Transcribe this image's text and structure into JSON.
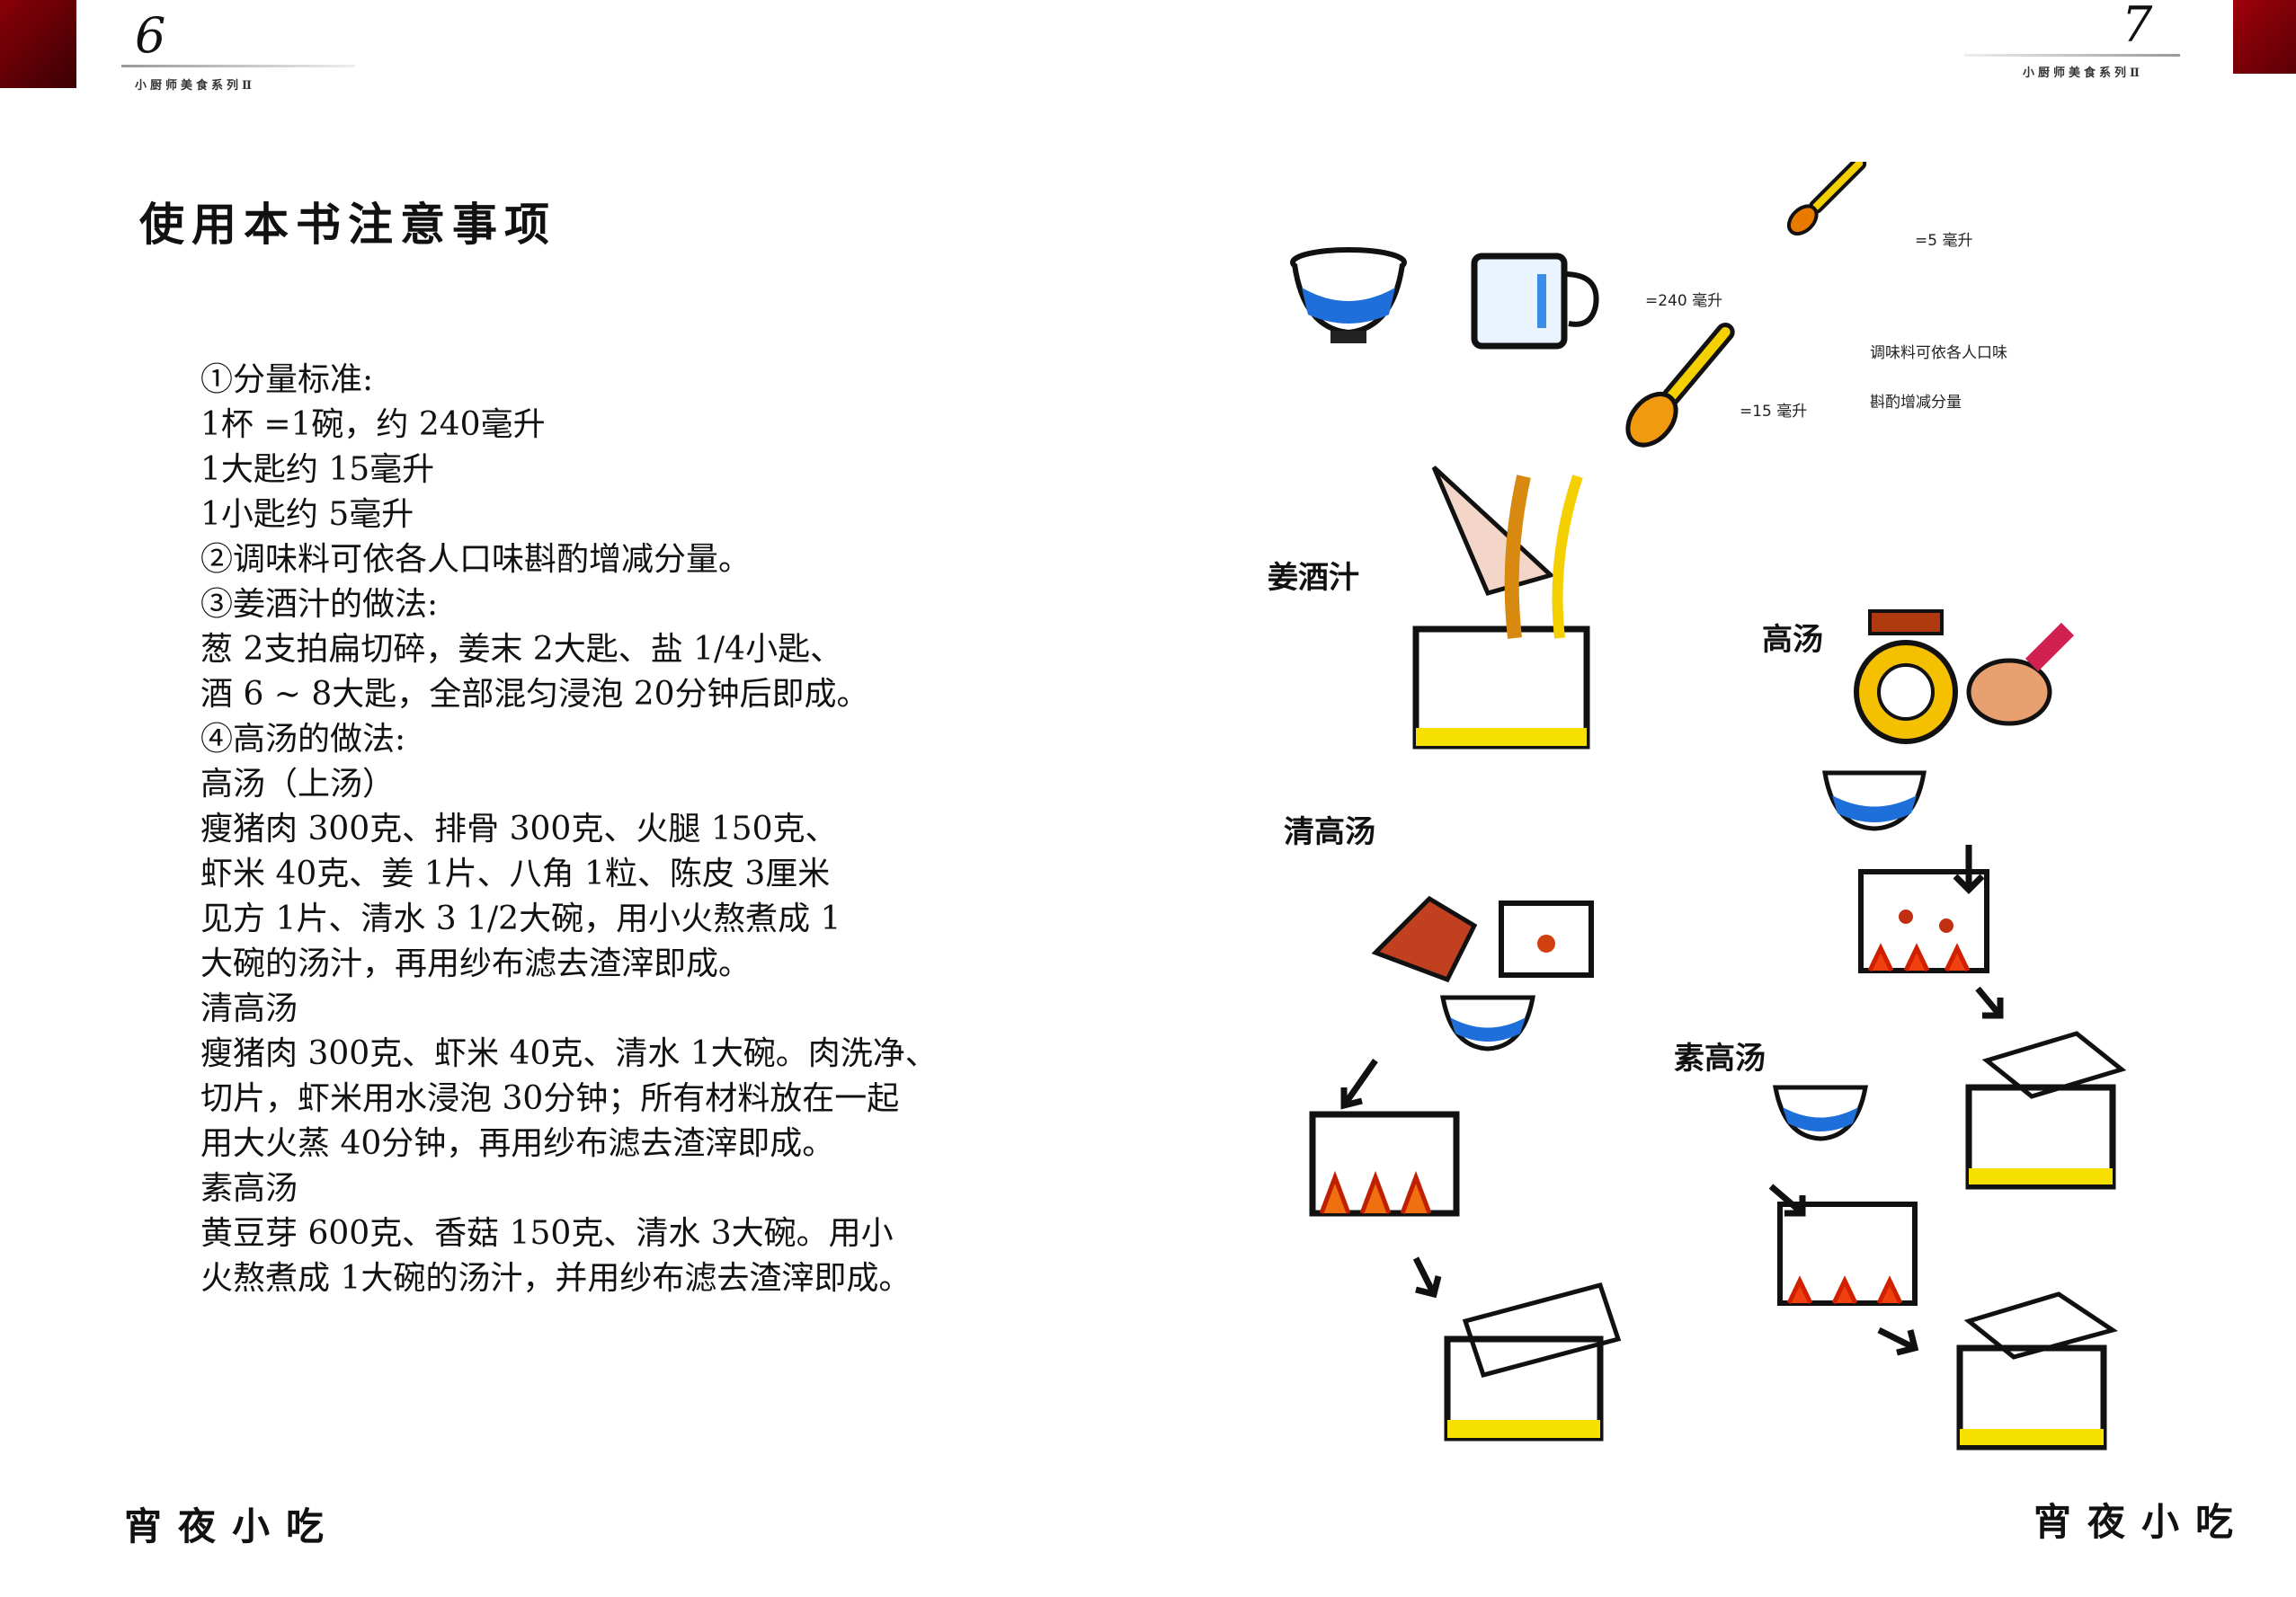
{
  "left_page": {
    "page_number": "6",
    "series_label": "小厨师美食系列Ⅱ",
    "title": "使用本书注意事项",
    "lines": [
      "①分量标准:",
      "1杯 =1碗，约 240毫升",
      "1大匙约 15毫升",
      "1小匙约 5毫升",
      "②调味料可依各人口味斟酌增减分量。",
      "③姜酒汁的做法:",
      "葱 2支拍扁切碎，姜末 2大匙、盐 1/4小匙、",
      "酒 6 ~ 8大匙，全部混匀浸泡 20分钟后即成。",
      "④高汤的做法:",
      "高汤（上汤）",
      "瘦猪肉 300克、排骨 300克、火腿 150克、",
      "虾米 40克、姜 1片、八角 1粒、陈皮 3厘米",
      "见方 1片、清水 3 1/2大碗，用小火熬煮成 1",
      "大碗的汤汁，再用纱布滤去渣滓即成。",
      "清高汤",
      "瘦猪肉 300克、虾米 40克、清水 1大碗。肉洗净、",
      "切片，虾米用水浸泡 30分钟；所有材料放在一起",
      "用大火蒸 40分钟，再用纱布滤去渣滓即成。",
      "素高汤",
      "黄豆芽 600克、香菇 150克、清水 3大碗。用小",
      "火熬煮成 1大碗的汤汁，并用纱布滤去渣滓即成。"
    ],
    "footer": "宵夜小吃"
  },
  "right_page": {
    "page_number": "7",
    "series_label": "小厨师美食系列Ⅱ",
    "footer": "宵夜小吃",
    "illustration": {
      "sections": [
        "姜酒汁",
        "高汤",
        "清高汤",
        "素高汤"
      ],
      "notes": {
        "small_spoon": "=5 毫升",
        "cup": "=240 毫升",
        "big_spoon": "=15 毫升",
        "seasoning_1": "调味料可依各人口味",
        "seasoning_2": "斟酌增减分量"
      }
    }
  },
  "colors": {
    "accent_red": "#8a0008",
    "bowl_blue": "#1e6fd9",
    "yellow": "#f5d000",
    "orange": "#e87a00"
  }
}
